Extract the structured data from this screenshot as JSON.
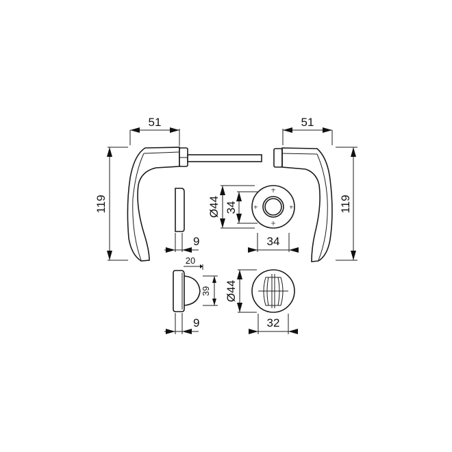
{
  "drawing": {
    "title": "Door handle set technical drawing",
    "line_color": "#1a1a1a",
    "background": "#ffffff",
    "dimensions": {
      "left_lever_width": "51",
      "right_lever_width": "51",
      "left_lever_height": "119",
      "right_lever_height": "119",
      "rose_side_thickness": "9",
      "rose_diameter": "Ø44",
      "rose_inner_diameter": "34",
      "rose_width": "34",
      "turn_offset": "20",
      "turn_height": "39",
      "turn_rose_thickness": "9",
      "turn_rose_diameter": "Ø44",
      "turn_rose_width": "32"
    },
    "views": [
      "left-lever-handle",
      "spindle",
      "right-lever-handle",
      "rose-side-view",
      "rose-front-view",
      "privacy-turn-side-view",
      "privacy-turn-front-view"
    ]
  }
}
